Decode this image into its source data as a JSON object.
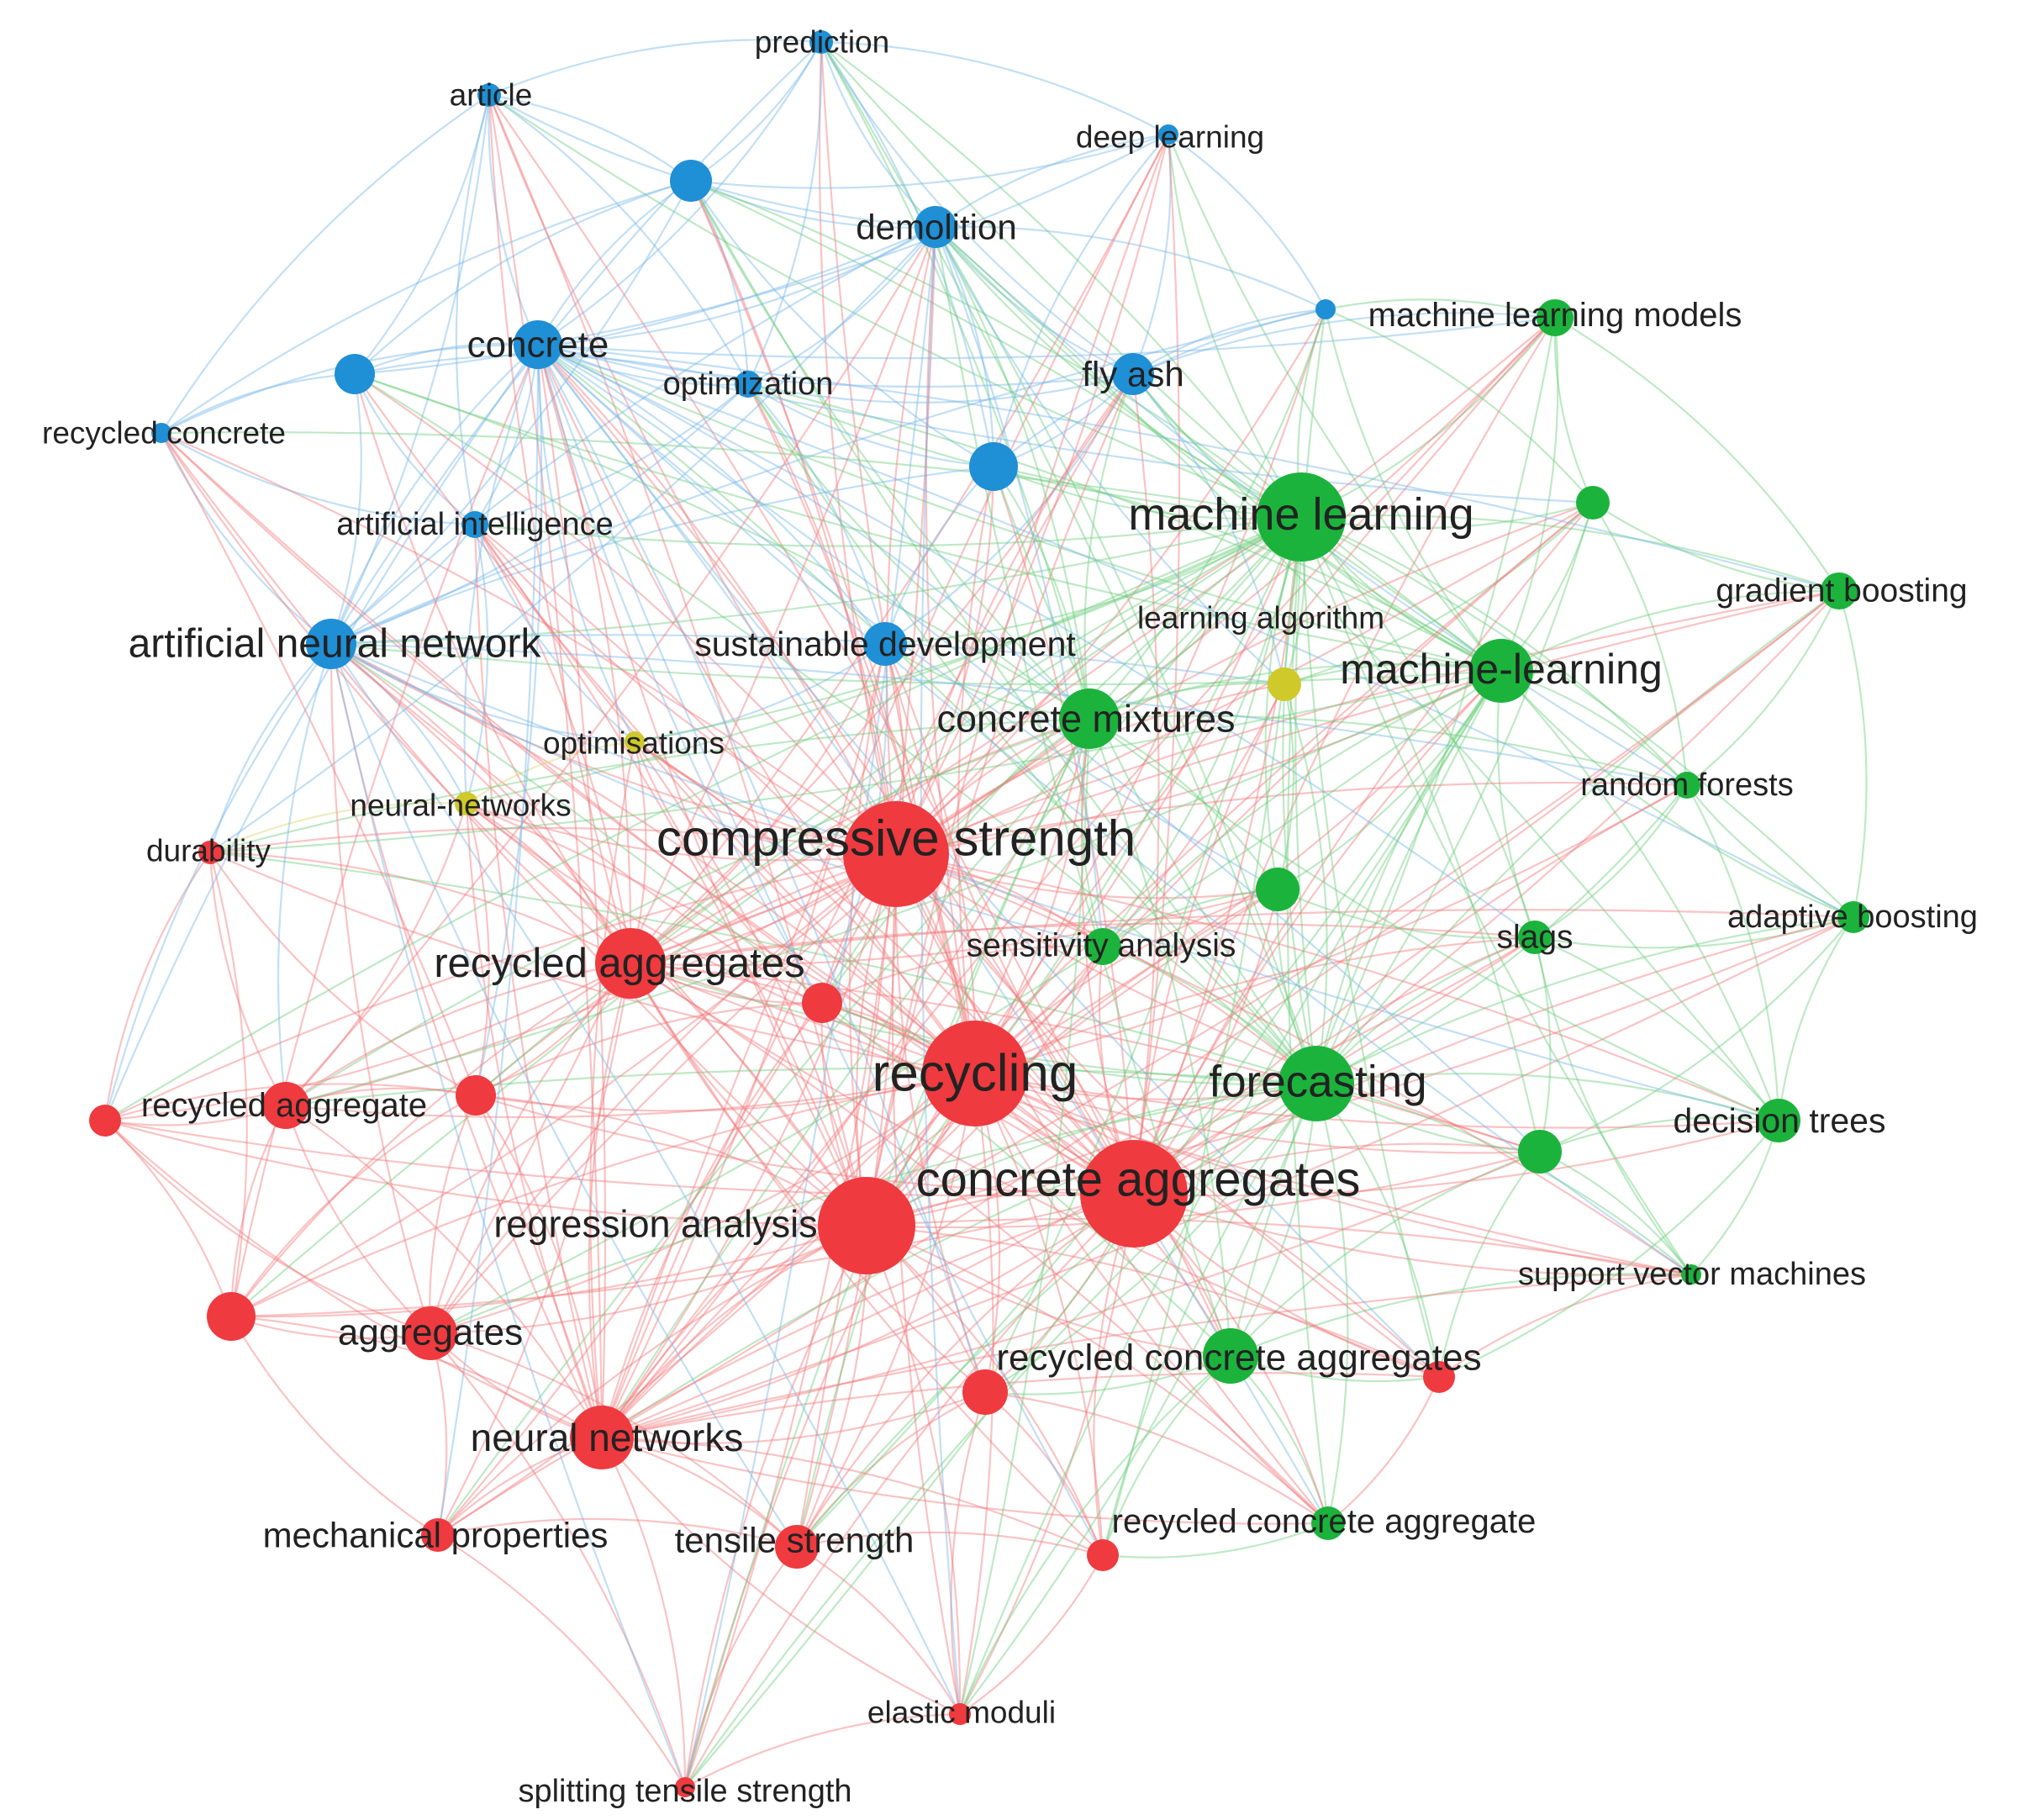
{
  "colors": {
    "red": "#ef3a3f",
    "green": "#1bb33c",
    "blue": "#1f8fd6",
    "yellow": "#cfc92a",
    "edge_red": "#f27a7d",
    "edge_green": "#6fcf7f",
    "edge_blue": "#78b7e8",
    "edge_yellow": "#d9d46a"
  },
  "nodes": [
    {
      "id": "prediction",
      "label": "prediction",
      "cluster": "blue",
      "weight": 2
    },
    {
      "id": "article",
      "label": "article",
      "cluster": "blue",
      "weight": 2
    },
    {
      "id": "deep-learning",
      "label": "deep learning",
      "cluster": "blue",
      "weight": 1
    },
    {
      "id": "blue-unlabeled-1",
      "label": "",
      "cluster": "blue",
      "weight": 3
    },
    {
      "id": "demolition",
      "label": "demolition",
      "cluster": "blue",
      "weight": 3
    },
    {
      "id": "machine-learning-models",
      "label": "machine learning models",
      "cluster": "green",
      "weight": 2
    },
    {
      "id": "concrete",
      "label": "concrete",
      "cluster": "blue",
      "weight": 4
    },
    {
      "id": "blue-unlabeled-2",
      "label": "",
      "cluster": "blue",
      "weight": 3
    },
    {
      "id": "optimization",
      "label": "optimization",
      "cluster": "blue",
      "weight": 2
    },
    {
      "id": "fly-ash",
      "label": "fly ash",
      "cluster": "blue",
      "weight": 3
    },
    {
      "id": "recycled-concrete",
      "label": "recycled concrete",
      "cluster": "blue",
      "weight": 1
    },
    {
      "id": "blue-unlabeled-3",
      "label": "",
      "cluster": "blue",
      "weight": 3
    },
    {
      "id": "machine-learning",
      "label": "machine learning",
      "cluster": "green",
      "weight": 8
    },
    {
      "id": "blue-unlabeled-4",
      "label": "",
      "cluster": "blue",
      "weight": 1
    },
    {
      "id": "artificial-intelligence",
      "label": "artificial intelligence",
      "cluster": "blue",
      "weight": 2
    },
    {
      "id": "green-unlabeled-1",
      "label": "",
      "cluster": "green",
      "weight": 2
    },
    {
      "id": "gradient-boosting",
      "label": "gradient boosting",
      "cluster": "green",
      "weight": 2
    },
    {
      "id": "artificial-neural-network",
      "label": "artificial neural network",
      "cluster": "blue",
      "weight": 4
    },
    {
      "id": "sustainable-development",
      "label": "sustainable development",
      "cluster": "blue",
      "weight": 3
    },
    {
      "id": "learning-algorithm",
      "label": "learning algorithm",
      "cluster": "yellow",
      "weight": 2
    },
    {
      "id": "machine-learning-2",
      "label": "machine-learning",
      "cluster": "green",
      "weight": 5
    },
    {
      "id": "concrete-mixtures",
      "label": "concrete mixtures",
      "cluster": "green",
      "weight": 4
    },
    {
      "id": "optimisations",
      "label": "optimisations",
      "cluster": "yellow",
      "weight": 1
    },
    {
      "id": "random-forests",
      "label": "random forests",
      "cluster": "green",
      "weight": 2
    },
    {
      "id": "neural-networks-2",
      "label": "neural-networks",
      "cluster": "yellow",
      "weight": 1
    },
    {
      "id": "durability",
      "label": "durability",
      "cluster": "red",
      "weight": 1
    },
    {
      "id": "compressive-strength",
      "label": "compressive strength",
      "cluster": "red",
      "weight": 10
    },
    {
      "id": "green-unlabeled-2",
      "label": "",
      "cluster": "green",
      "weight": 3
    },
    {
      "id": "adaptive-boosting",
      "label": "adaptive boosting",
      "cluster": "green",
      "weight": 2
    },
    {
      "id": "sensitivity-analysis",
      "label": "sensitivity analysis",
      "cluster": "green",
      "weight": 2
    },
    {
      "id": "slags",
      "label": "slags",
      "cluster": "green",
      "weight": 2
    },
    {
      "id": "recycled-aggregates",
      "label": "recycled aggregates",
      "cluster": "red",
      "weight": 6
    },
    {
      "id": "red-unlabeled-1",
      "label": "",
      "cluster": "red",
      "weight": 3
    },
    {
      "id": "recycling",
      "label": "recycling",
      "cluster": "red",
      "weight": 9
    },
    {
      "id": "forecasting",
      "label": "forecasting",
      "cluster": "green",
      "weight": 7
    },
    {
      "id": "recycled-aggregate",
      "label": "recycled aggregate",
      "cluster": "red",
      "weight": 3
    },
    {
      "id": "red-unlabeled-2",
      "label": "",
      "cluster": "red",
      "weight": 3
    },
    {
      "id": "red-unlabeled-3",
      "label": "",
      "cluster": "red",
      "weight": 2
    },
    {
      "id": "decision-trees",
      "label": "decision trees",
      "cluster": "green",
      "weight": 3
    },
    {
      "id": "green-unlabeled-3",
      "label": "",
      "cluster": "green",
      "weight": 3
    },
    {
      "id": "concrete-aggregates",
      "label": "concrete aggregates",
      "cluster": "red",
      "weight": 10
    },
    {
      "id": "regression-analysis",
      "label": "regression analysis",
      "cluster": "red",
      "weight": 5
    },
    {
      "id": "support-vector-machines",
      "label": "support vector machines",
      "cluster": "green",
      "weight": 1
    },
    {
      "id": "red-unlabeled-4",
      "label": "",
      "cluster": "red",
      "weight": 4
    },
    {
      "id": "aggregates",
      "label": "aggregates",
      "cluster": "red",
      "weight": 4
    },
    {
      "id": "recycled-concrete-aggregates",
      "label": "recycled concrete aggregates",
      "cluster": "green",
      "weight": 4
    },
    {
      "id": "red-unlabeled-5",
      "label": "",
      "cluster": "red",
      "weight": 3
    },
    {
      "id": "red-unlabeled-6",
      "label": "",
      "cluster": "red",
      "weight": 2
    },
    {
      "id": "neural-networks",
      "label": "neural networks",
      "cluster": "red",
      "weight": 5
    },
    {
      "id": "mechanical-properties",
      "label": "mechanical properties",
      "cluster": "red",
      "weight": 2
    },
    {
      "id": "tensile-strength",
      "label": "tensile strength",
      "cluster": "red",
      "weight": 3
    },
    {
      "id": "recycled-concrete-aggregate",
      "label": "recycled concrete aggregate",
      "cluster": "green",
      "weight": 2
    },
    {
      "id": "red-unlabeled-7",
      "label": "",
      "cluster": "red",
      "weight": 2
    },
    {
      "id": "elastic-moduli",
      "label": "elastic moduli",
      "cluster": "red",
      "weight": 1
    },
    {
      "id": "splitting-tensile-strength",
      "label": "splitting tensile strength",
      "cluster": "red",
      "weight": 1
    }
  ]
}
